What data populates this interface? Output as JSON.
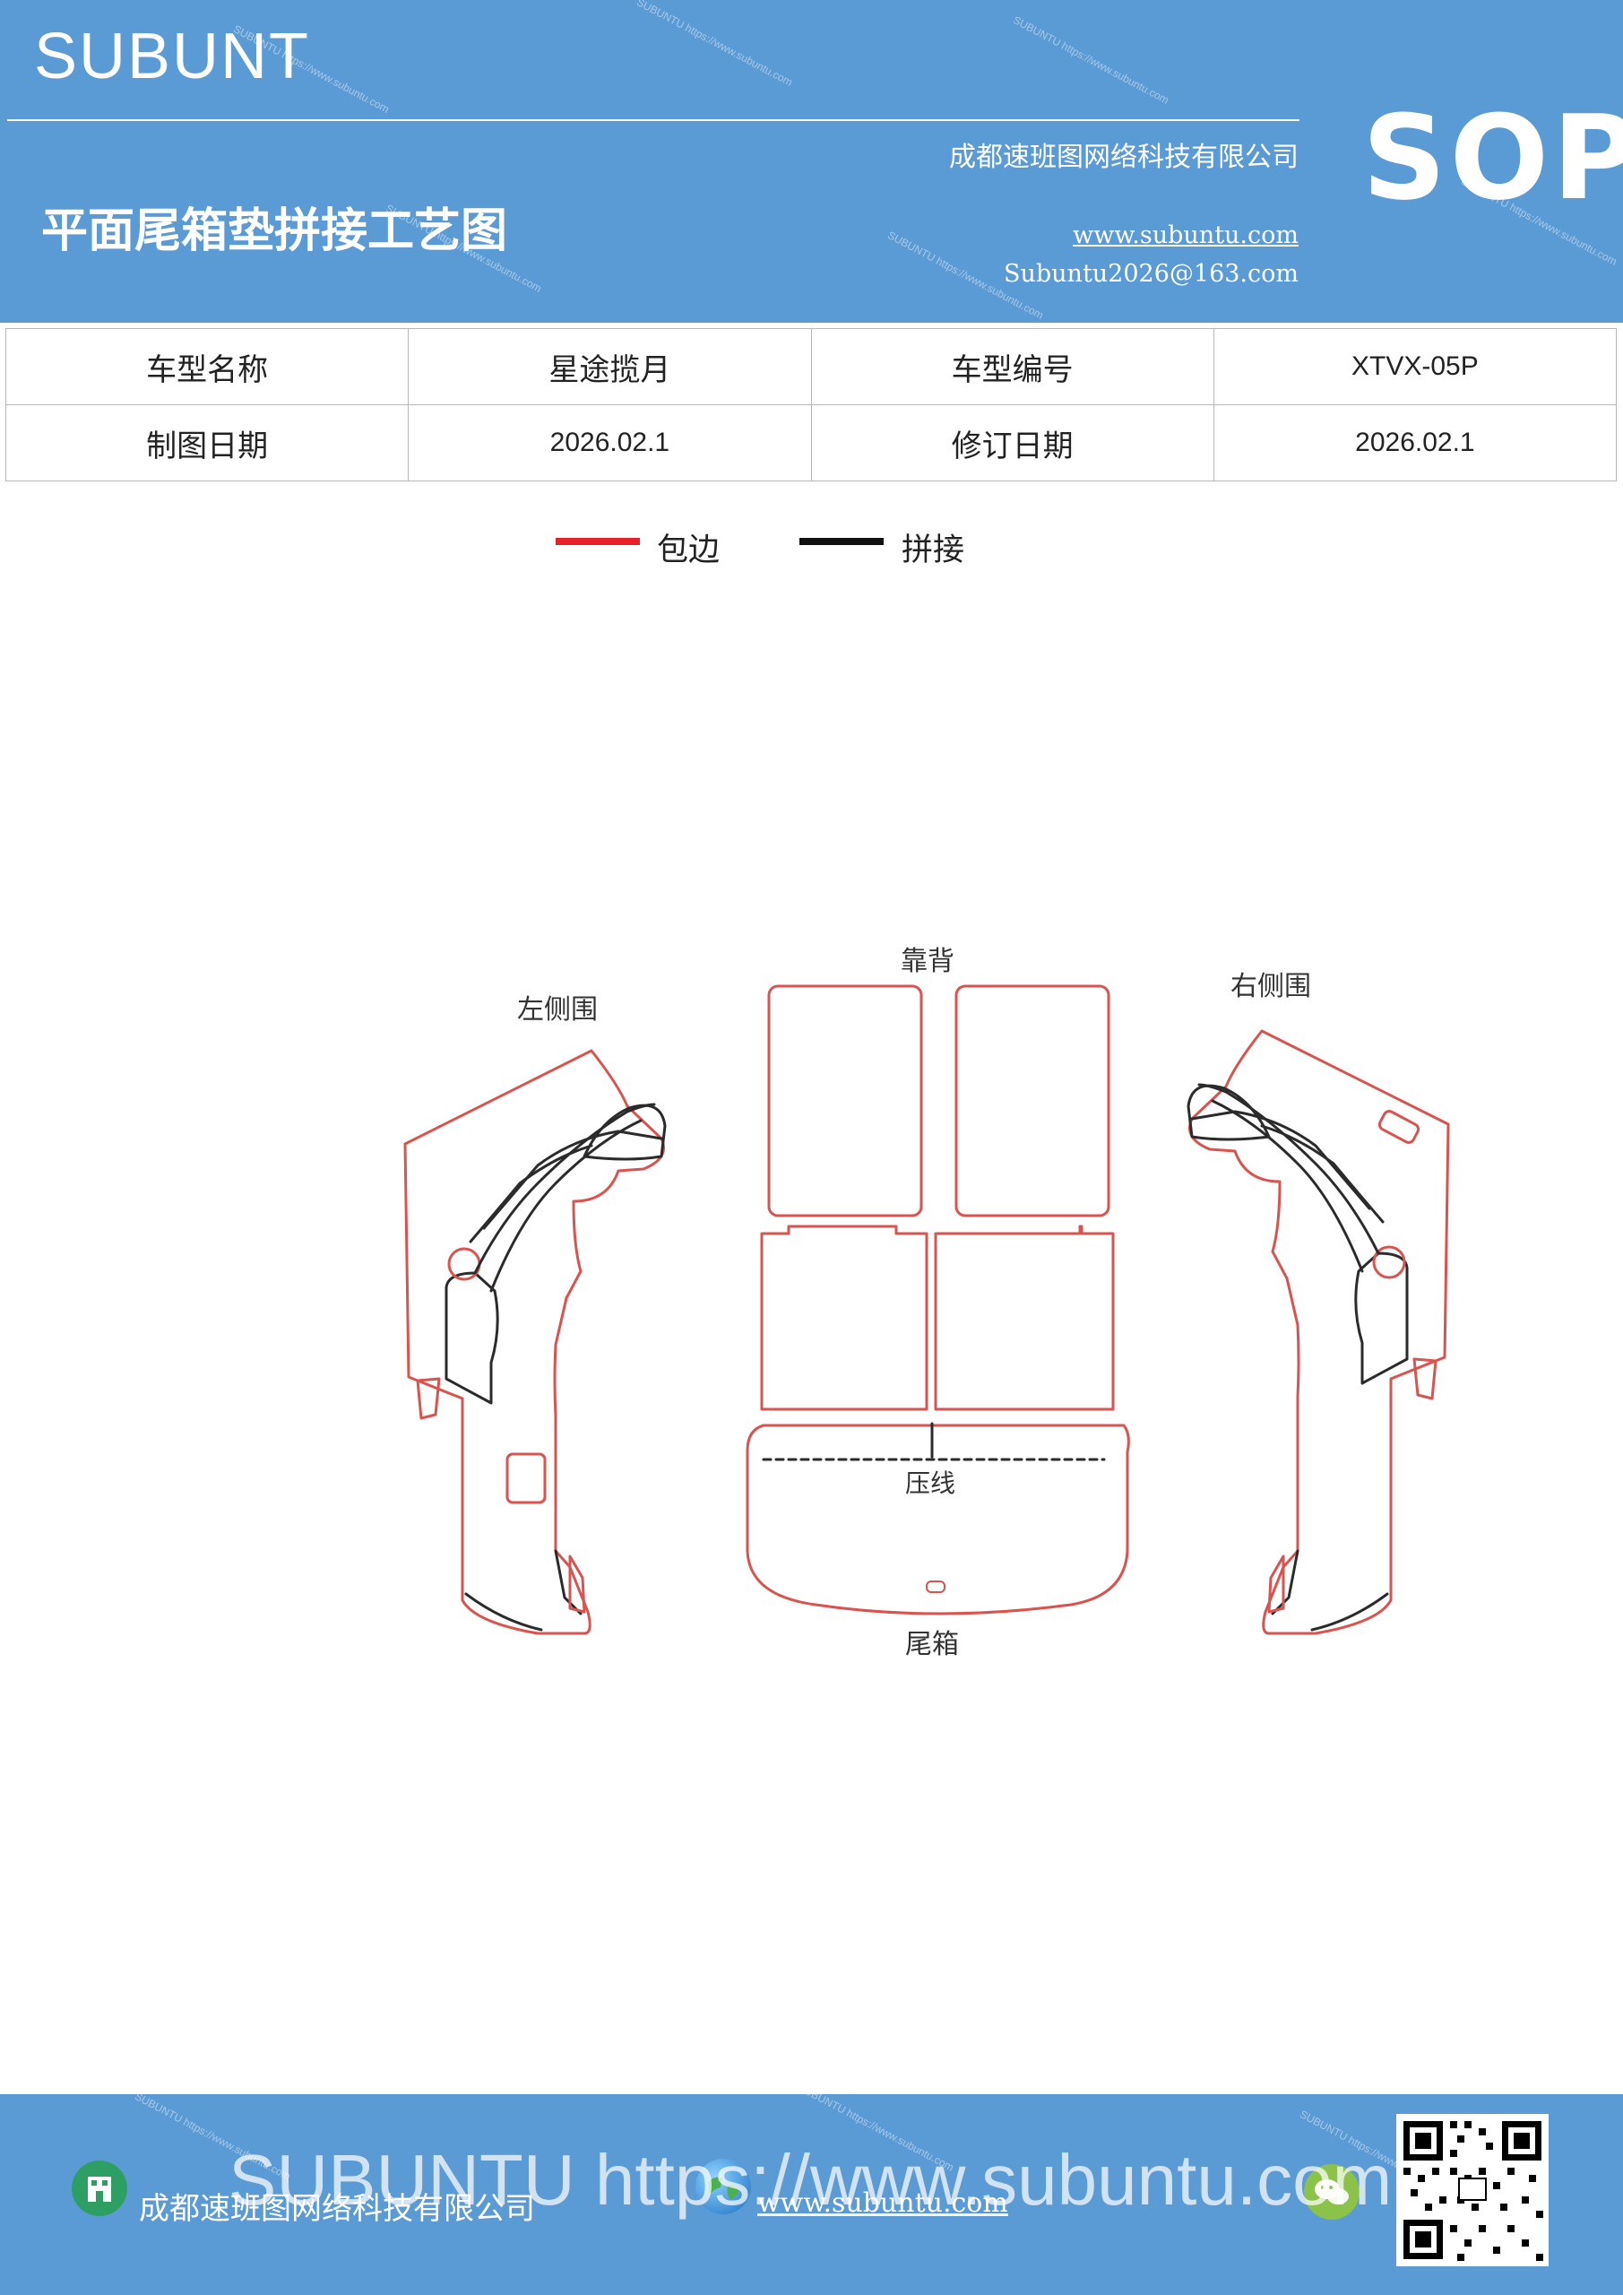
{
  "header": {
    "brand": "SUBUNT",
    "title": "平面尾箱垫拼接工艺图",
    "company": "成都速班图网络科技有限公司",
    "website": "www.subuntu.com",
    "email": "Subuntu2026@163.com",
    "badge": "SOP",
    "color": "#5b9bd5"
  },
  "info_table": {
    "rows": [
      [
        "车型名称",
        "星途揽月",
        "车型编号",
        "XTVX-05P"
      ],
      [
        "制图日期",
        "2026.02.1",
        "修订日期",
        "2026.02.1"
      ]
    ]
  },
  "legend": [
    {
      "label": "包边",
      "color": "#e8202a"
    },
    {
      "label": "拼接",
      "color": "#111111"
    }
  ],
  "diagram": {
    "labels": {
      "left": "左侧围",
      "back": "靠背",
      "right": "右侧围",
      "press": "压线",
      "trunk": "尾箱"
    },
    "edge_color": "#d9534f",
    "seam_color": "#2b2b2b"
  },
  "footer": {
    "company": "成都速班图网络科技有限公司",
    "website": "www.subuntu.com",
    "watermark": "SUBUNTU https://www.subuntu.com",
    "icons": [
      "building-icon",
      "globe-icon",
      "wechat-icon"
    ]
  }
}
